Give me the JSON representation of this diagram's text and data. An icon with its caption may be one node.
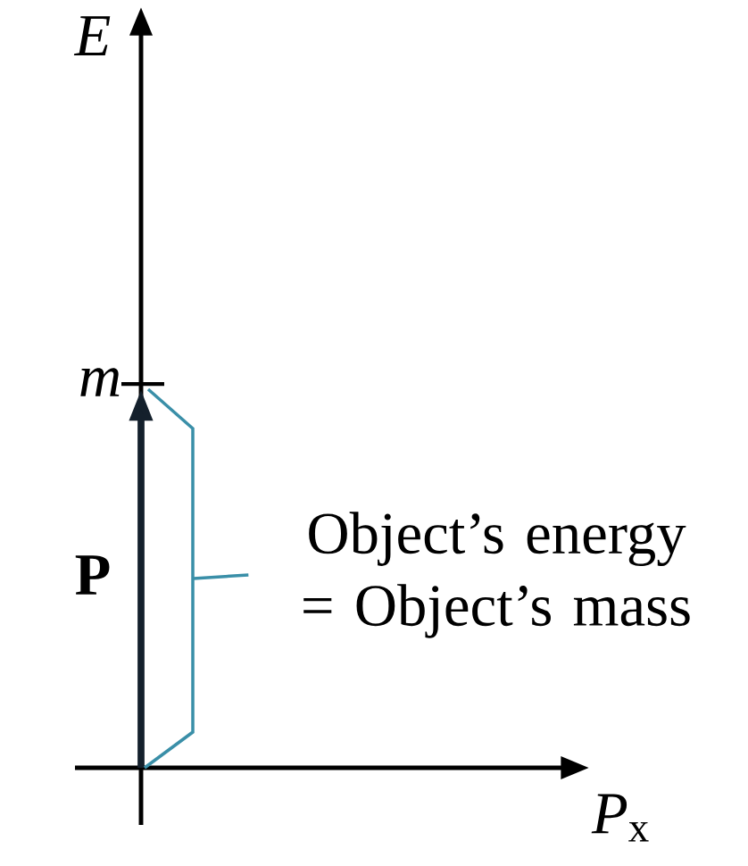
{
  "diagram": {
    "nodes": [
      {
        "text": [
          "Object’s energy = Object’s mass"
        ]
      },
      {
        "text": [],
        "shape": "bracket"
      }
    ],
    "edges": [
      {
        "from": 0,
        "to": 1,
        "arrow": "none"
      }
    ],
    "labels": [
      "E",
      "m",
      "P",
      "*P*$_{x}$"
    ]
  }
}
